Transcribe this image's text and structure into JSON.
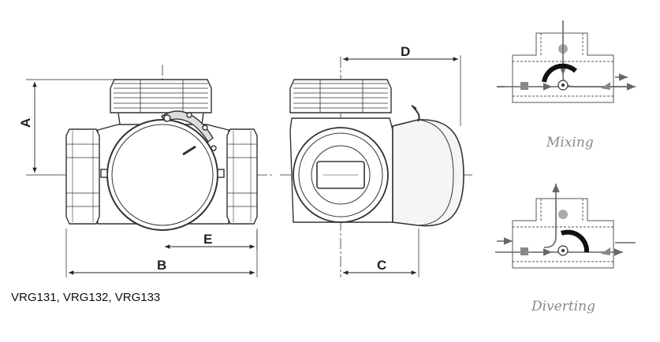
{
  "dimensions": {
    "a": "A",
    "b": "B",
    "c": "C",
    "d": "D",
    "e": "E"
  },
  "model_label": "VRG131, VRG132, VRG133",
  "schematics": {
    "mixing": {
      "caption": "Mixing"
    },
    "diverting": {
      "caption": "Diverting"
    }
  },
  "colors": {
    "line": "#333333",
    "arrow": "#666666",
    "caption": "#8a8a8a",
    "accent": "#1a1a1a"
  }
}
